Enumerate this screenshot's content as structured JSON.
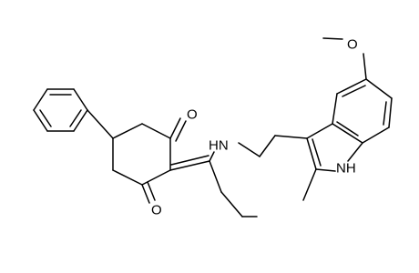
{
  "atoms": {
    "o_top": "O",
    "o_bottom": "O",
    "nh_amine": "HN",
    "nh_indole": "NH",
    "o_methoxy": "O"
  },
  "colors": {
    "bond": "#000000",
    "text": "#000000",
    "background": "#ffffff"
  }
}
